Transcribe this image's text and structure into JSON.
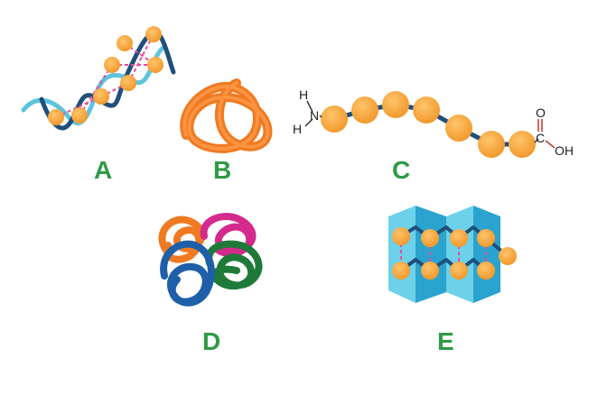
{
  "panels": [
    {
      "label": "A"
    },
    {
      "label": "B"
    },
    {
      "label": "C"
    },
    {
      "label": "D"
    },
    {
      "label": "E"
    }
  ],
  "chem": {
    "amino_h1": "H",
    "amino_n": "N",
    "amino_h2": "H",
    "carboxyl_o": "O",
    "carboxyl_c": "C",
    "carboxyl_oh": "OH"
  },
  "colors": {
    "bead": "#f7a33a",
    "bead_dark": "#ee8a1f",
    "backbone": "#1f4f7a",
    "strand_light": "#5ec4de",
    "hbond": "#e84a9c",
    "label_green": "#2e9a45",
    "coil_orange": "#f07a22",
    "coil_magenta": "#d42a8c",
    "coil_green": "#1f7a3a",
    "coil_blue": "#1f5fa8",
    "sheet_light": "#6dd1ea",
    "sheet_dark": "#2aa3cf"
  }
}
